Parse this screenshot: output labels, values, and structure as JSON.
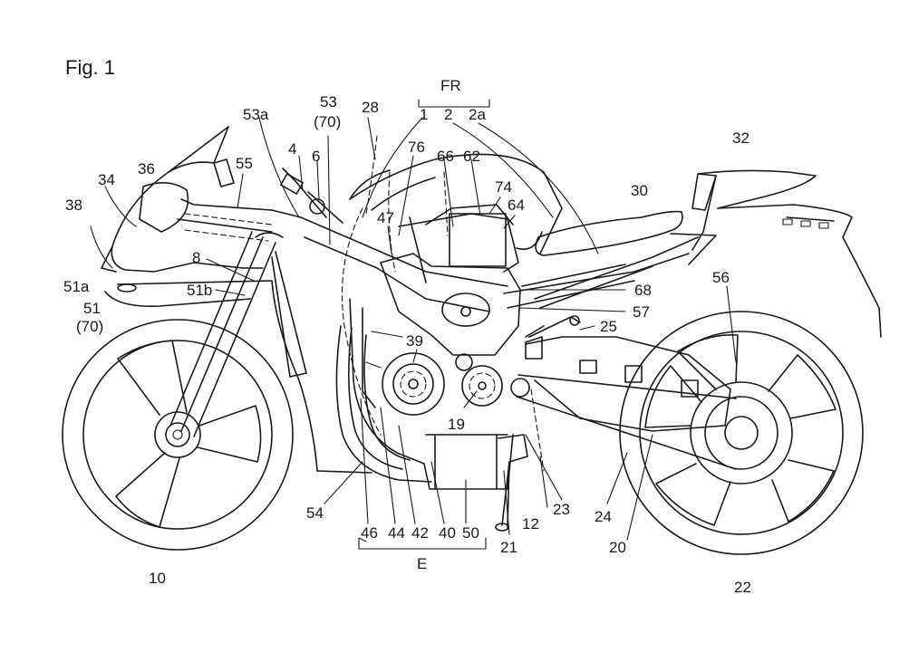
{
  "figure": {
    "title": "Fig. 1"
  },
  "labels": {
    "fr": "FR",
    "l1": "1",
    "l2": "2",
    "l2a": "2a",
    "l53": "53",
    "l70a": "(70)",
    "l53a": "53a",
    "l28": "28",
    "l32": "32",
    "l36": "36",
    "l34": "34",
    "l38": "38",
    "l55": "55",
    "l4": "4",
    "l6": "6",
    "l76": "76",
    "l66": "66",
    "l62": "62",
    "l74": "74",
    "l64": "64",
    "l47": "47",
    "l30": "30",
    "l8": "8",
    "l51a": "51a",
    "l51b": "51b",
    "l51": "51",
    "l70b": "(70)",
    "l68": "68",
    "l56": "56",
    "l57": "57",
    "l25": "25",
    "l39": "39",
    "l19": "19",
    "l54": "54",
    "l23": "23",
    "l24": "24",
    "l12": "12",
    "l46": "46",
    "l44": "44",
    "l42": "42",
    "l40": "40",
    "l50": "50",
    "l21": "21",
    "l20": "20",
    "l10": "10",
    "l22": "22",
    "le": "E"
  }
}
